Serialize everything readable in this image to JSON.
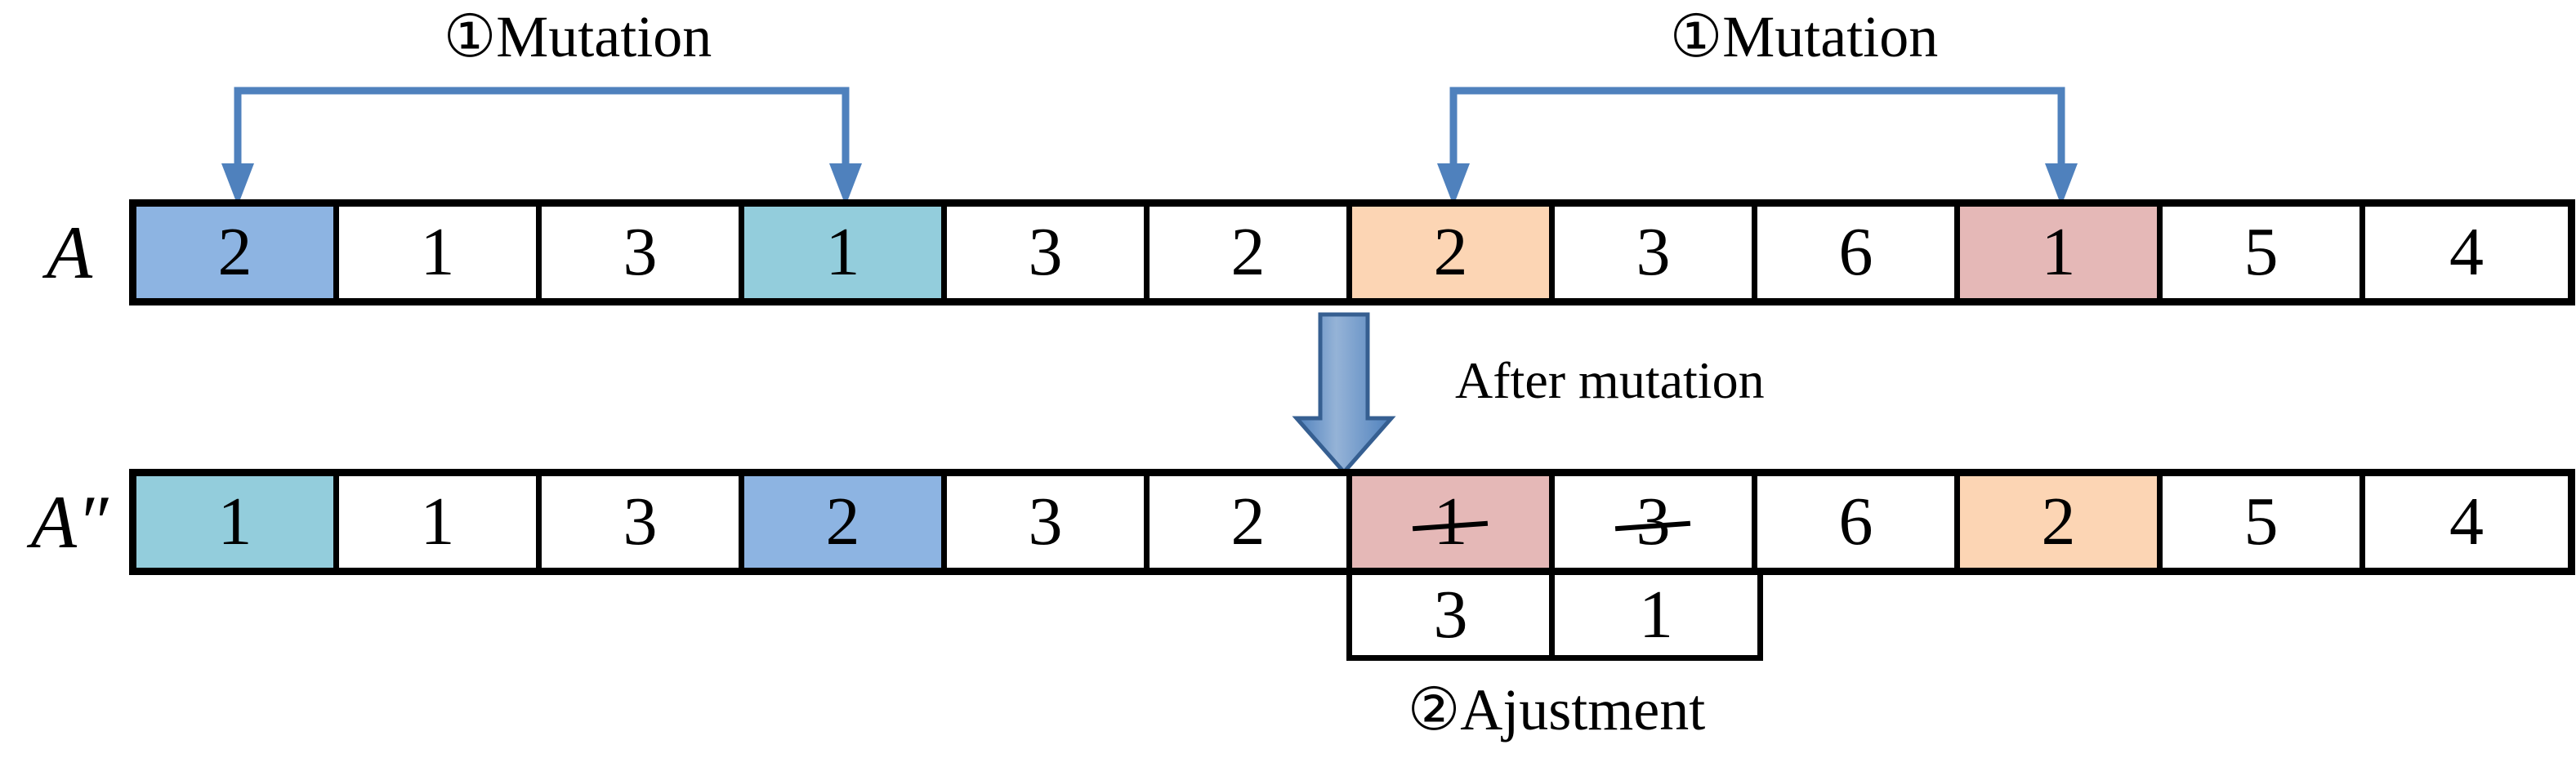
{
  "annotations": {
    "mutation_left": "①Mutation",
    "mutation_right": "①Mutation",
    "after_mutation": "After mutation",
    "adjustment": "②Ajustment"
  },
  "highlight_colors": {
    "blue": "#8DB4E2",
    "teal": "#93CDDC",
    "orange": "#FCD5B4",
    "pink": "#E5B8B7"
  },
  "arrow_colors": {
    "bracket_blue": "#4F81BD",
    "big_arrow_fill": "#4F81BD",
    "big_arrow_highlight": "#95B3D7",
    "big_arrow_outline": "#365F91"
  },
  "arrays": {
    "before": {
      "label": "A",
      "cells": [
        {
          "value": "2",
          "fill": "blue"
        },
        {
          "value": "1"
        },
        {
          "value": "3"
        },
        {
          "value": "1",
          "fill": "teal"
        },
        {
          "value": "3"
        },
        {
          "value": "2"
        },
        {
          "value": "2",
          "fill": "orange"
        },
        {
          "value": "3"
        },
        {
          "value": "6"
        },
        {
          "value": "1",
          "fill": "pink"
        },
        {
          "value": "5"
        },
        {
          "value": "4"
        }
      ]
    },
    "after": {
      "label": "A″",
      "cells": [
        {
          "value": "1",
          "fill": "teal"
        },
        {
          "value": "1"
        },
        {
          "value": "3"
        },
        {
          "value": "2",
          "fill": "blue"
        },
        {
          "value": "3"
        },
        {
          "value": "2"
        },
        {
          "value": "1",
          "fill": "pink",
          "struck": true
        },
        {
          "value": "3",
          "struck": true
        },
        {
          "value": "6"
        },
        {
          "value": "2",
          "fill": "orange"
        },
        {
          "value": "5"
        },
        {
          "value": "4"
        }
      ]
    }
  },
  "adjustment": {
    "cells": [
      {
        "value": "3"
      },
      {
        "value": "1"
      }
    ],
    "under_cells": [
      7,
      8
    ]
  },
  "mutation_arrows": [
    {
      "from_cell": 1,
      "to_cell": 4
    },
    {
      "from_cell": 7,
      "to_cell": 10
    }
  ]
}
